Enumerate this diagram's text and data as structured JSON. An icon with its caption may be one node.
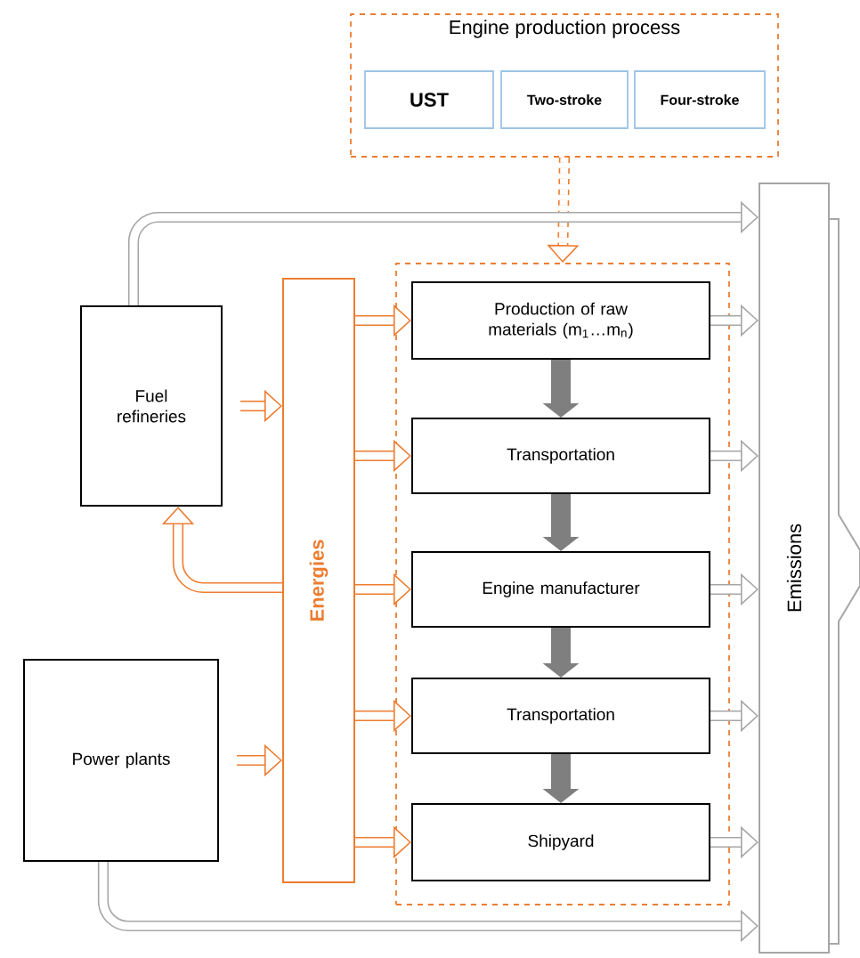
{
  "diagram": {
    "nodes": [
      {
        "text": [
          "Engine production process"
        ]
      },
      {
        "text": [
          "UST"
        ],
        "in": 0
      },
      {
        "text": [
          "Two-stroke"
        ],
        "in": 0
      },
      {
        "text": [
          "Four-stroke"
        ],
        "in": 0
      },
      {
        "text": [
          "Fuel refineries"
        ]
      },
      {
        "text": [
          "Energies"
        ]
      },
      {
        "text": [],
        "shape": "box"
      },
      {
        "text": [
          "Production of raw materials (m$_{1}$…m$_{n}$)"
        ],
        "in": 6
      },
      {
        "text": [
          "Transportation"
        ],
        "in": 6
      },
      {
        "text": [
          "Engine manufacturer"
        ],
        "in": 6
      },
      {
        "text": [
          "Transportation"
        ],
        "in": 6
      },
      {
        "text": [
          "Shipyard"
        ],
        "in": 6
      },
      {
        "text": [
          "Power plants"
        ]
      },
      {
        "text": [
          "Emissions"
        ]
      }
    ],
    "edges": [
      {
        "from": 0,
        "to": 6,
        "arrow": "to",
        "style": "dashed"
      },
      {
        "from": 4,
        "to": 13,
        "arrow": "to",
        "color": "#a6a6a6"
      },
      {
        "from": 4,
        "to": 5,
        "arrow": "to"
      },
      {
        "from": 5,
        "to": 4,
        "arrow": "to"
      },
      {
        "from": 12,
        "to": 5,
        "arrow": "to"
      },
      {
        "from": 12,
        "to": 13,
        "arrow": "to",
        "color": "#a6a6a6"
      },
      {
        "from": 5,
        "to": 7,
        "arrow": "to"
      },
      {
        "from": 5,
        "to": 8,
        "arrow": "to"
      },
      {
        "from": 5,
        "to": 9,
        "arrow": "to"
      },
      {
        "from": 5,
        "to": 10,
        "arrow": "to"
      },
      {
        "from": 5,
        "to": 11,
        "arrow": "to"
      },
      {
        "from": 7,
        "to": 8,
        "arrow": "to",
        "style": "thick",
        "color": "#7f7f7f"
      },
      {
        "from": 8,
        "to": 9,
        "arrow": "to",
        "style": "thick",
        "color": "#7f7f7f"
      },
      {
        "from": 9,
        "to": 10,
        "arrow": "to",
        "style": "thick",
        "color": "#7f7f7f"
      },
      {
        "from": 10,
        "to": 11,
        "arrow": "to",
        "style": "thick",
        "color": "#7f7f7f"
      },
      {
        "from": 7,
        "to": 13,
        "arrow": "to",
        "color": "#a6a6a6"
      },
      {
        "from": 8,
        "to": 13,
        "arrow": "to",
        "color": "#a6a6a6"
      },
      {
        "from": 9,
        "to": 13,
        "arrow": "to",
        "color": "#a6a6a6"
      },
      {
        "from": 10,
        "to": 13,
        "arrow": "to",
        "color": "#a6a6a6"
      },
      {
        "from": 11,
        "to": 13,
        "arrow": "to",
        "color": "#a6a6a6"
      }
    ]
  }
}
